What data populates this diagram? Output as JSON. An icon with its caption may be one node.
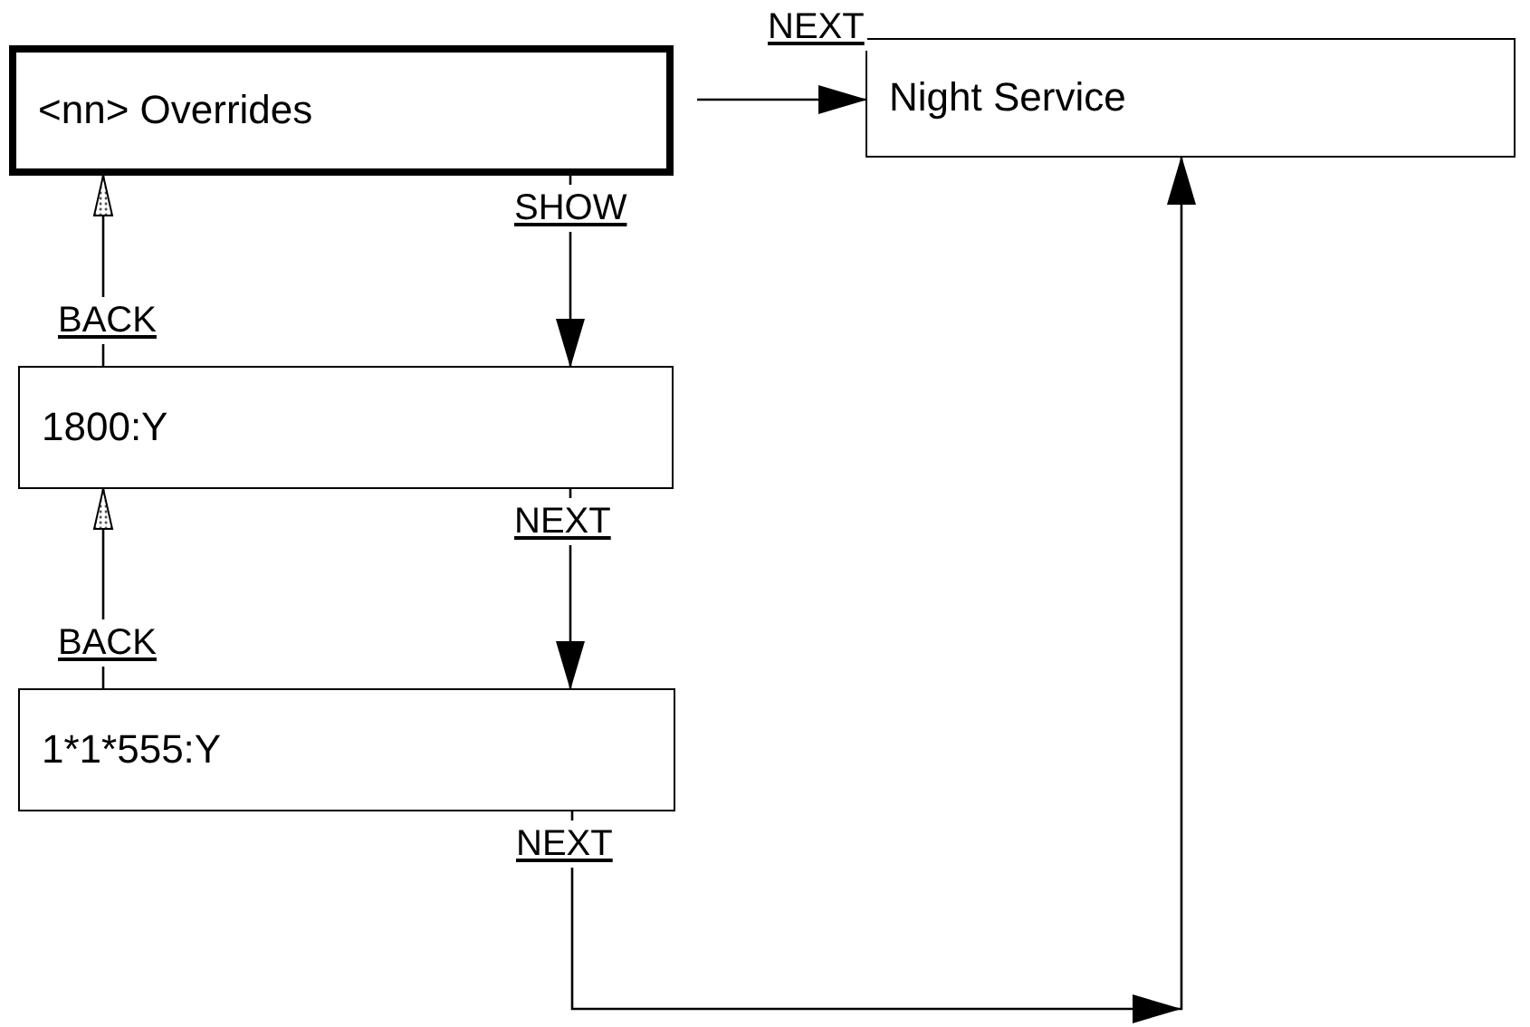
{
  "diagram": {
    "nodes": [
      {
        "text": [
          "<nn> Overrides"
        ]
      },
      {
        "text": [
          "1800:Y"
        ]
      },
      {
        "text": [
          "1*1*555:Y"
        ]
      },
      {
        "text": [
          "Night Service"
        ]
      }
    ],
    "edges": [
      {
        "from": 0,
        "to": 3,
        "arrow": "to",
        "label": "NEXT"
      },
      {
        "from": 0,
        "to": 1,
        "arrow": "to",
        "label": "SHOW"
      },
      {
        "from": 1,
        "to": 0,
        "arrow": "to",
        "label": "BACK"
      },
      {
        "from": 1,
        "to": 2,
        "arrow": "to",
        "label": "NEXT"
      },
      {
        "from": 2,
        "to": 1,
        "arrow": "to",
        "label": "BACK"
      },
      {
        "from": 2,
        "to": 3,
        "arrow": "to",
        "label": "NEXT"
      }
    ]
  }
}
